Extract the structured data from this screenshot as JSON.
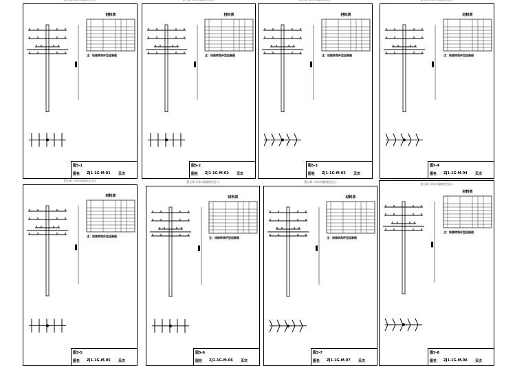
{
  "header": "第五章 10kV线路典型设计",
  "table_title": "材料表",
  "sheets": [
    {
      "fig": "图5-1",
      "code": "ZJ1-1G-M-01",
      "note": "注：线路转角杆型组装图"
    },
    {
      "fig": "图5-2",
      "code": "ZJ1-1G-M-02",
      "note": "注：线路转角杆型组装图"
    },
    {
      "fig": "图5-3",
      "code": "ZJ1-1G-M-03",
      "note": "注：线路转角杆型组装图"
    },
    {
      "fig": "图5-4",
      "code": "ZJ1-1G-M-04",
      "note": "注：线路转角杆型组装图"
    },
    {
      "fig": "图5-5",
      "code": "ZJ1-1G-M-05",
      "note": "注：线路转角杆型组装图"
    },
    {
      "fig": "图5-6",
      "code": "ZJ1-1G-M-06",
      "note": "注：线路转角杆型组装图"
    },
    {
      "fig": "图5-7",
      "code": "ZJ1-1G-M-07",
      "note": "注：线路转角杆型组装图"
    },
    {
      "fig": "图5-8",
      "code": "ZJ1-1G-M-08",
      "note": "注：线路转角杆型组装图"
    }
  ],
  "title_block": {
    "name_label": "图名",
    "page_label": "页次"
  }
}
